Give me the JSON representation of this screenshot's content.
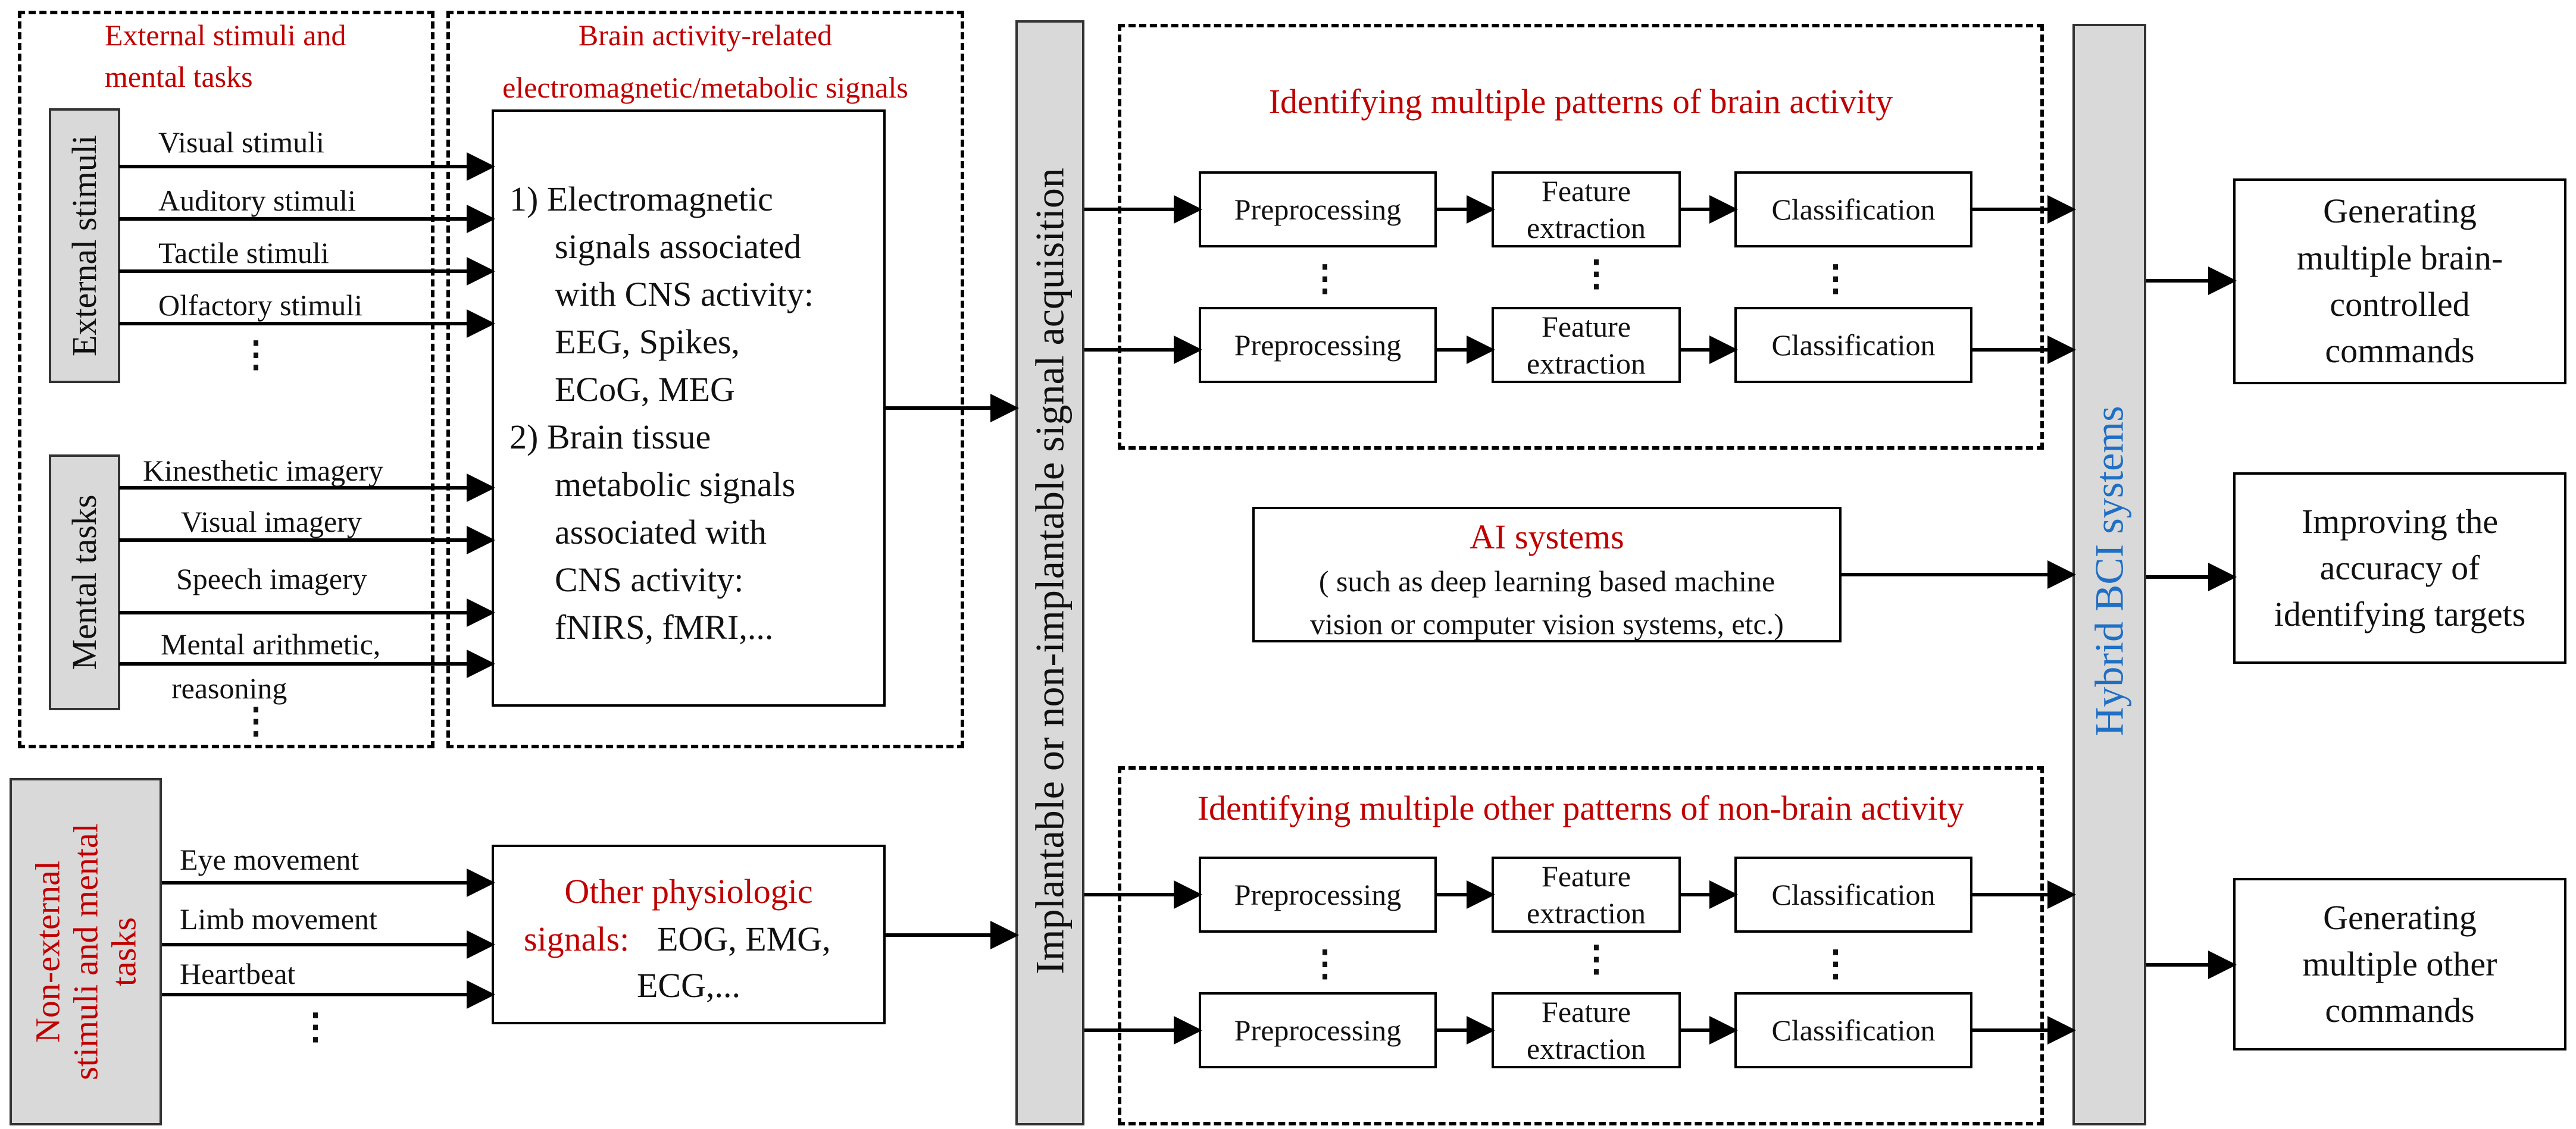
{
  "left_panel": {
    "stimuli_region_title": [
      "External stimuli and",
      "mental tasks"
    ],
    "signals_region_title": [
      "Brain activity-related",
      "electromagnetic/metabolic signals"
    ],
    "external_stimuli_label": "External stimuli",
    "external_stimuli": [
      "Visual stimuli",
      "Auditory stimuli",
      "Tactile stimuli",
      "Olfactory stimuli"
    ],
    "mental_tasks_label": "Mental tasks",
    "mental_tasks": [
      "Kinesthetic imagery",
      "Visual imagery",
      "Speech imagery",
      "Mental arithmetic,",
      "reasoning"
    ],
    "ellipsis": "⋮",
    "brain_signals_text": [
      "1) Electromagnetic",
      "signals associated",
      "with CNS activity:",
      "EEG, Spikes,",
      "ECoG, MEG",
      "2) Brain tissue",
      "metabolic signals",
      "associated with",
      "CNS activity:",
      "fNIRS, fMRI,..."
    ]
  },
  "non_brain": {
    "label": [
      "Non-external",
      "stimuli and mental",
      "tasks"
    ],
    "inputs": [
      "Eye movement",
      "Limb movement",
      "Heartbeat"
    ],
    "other_signals_title": [
      "Other physiologic",
      "signals:"
    ],
    "other_signals_list": [
      "EOG, EMG,",
      "ECG,..."
    ]
  },
  "acquisition_label": "Implantable or non-implantable signal acquisition",
  "brain_patterns": {
    "title": "Identifying multiple patterns of brain activity",
    "pre": "Preprocessing",
    "feature": [
      "Feature",
      "extraction"
    ],
    "classification": "Classification"
  },
  "other_patterns": {
    "title": "Identifying multiple other patterns of non-brain activity",
    "pre": "Preprocessing",
    "feature": [
      "Feature",
      "extraction"
    ],
    "classification": "Classification"
  },
  "ai": {
    "title": "AI systems",
    "desc": [
      "( such as deep learning based machine",
      "vision or computer vision systems, etc.)"
    ]
  },
  "hybrid_label": "Hybrid BCI systems",
  "outputs": {
    "out1": [
      "Generating",
      "multiple brain-",
      "controlled",
      "commands"
    ],
    "out2": [
      "Improving the",
      "accuracy of",
      "identifying targets"
    ],
    "out3": [
      "Generating",
      "multiple other",
      "commands"
    ]
  },
  "colors": {
    "accent_red": "#c00000",
    "accent_blue": "#1f6fc5",
    "gray_fill": "#d9d9d9"
  }
}
